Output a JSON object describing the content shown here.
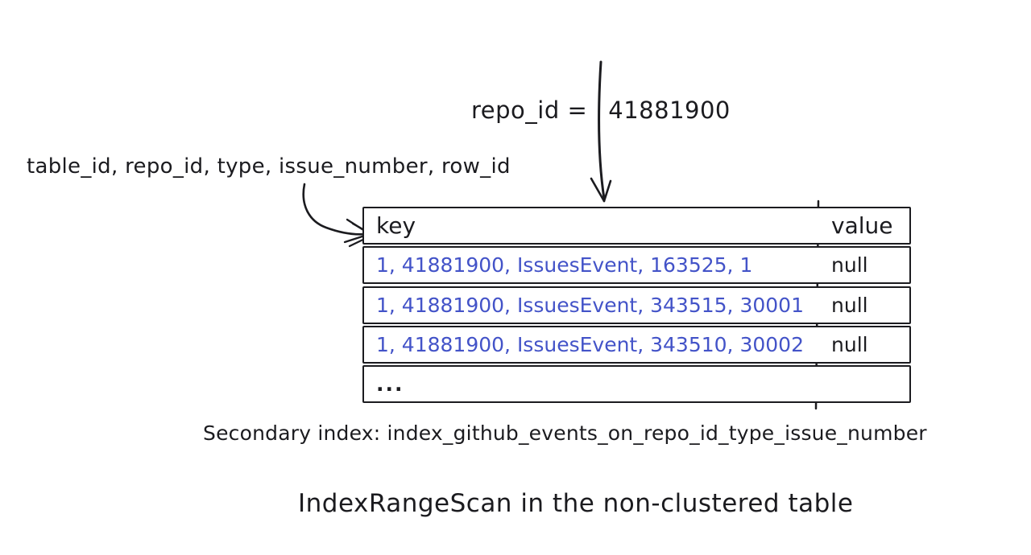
{
  "colors": {
    "ink": "#1b1b1f",
    "key_text_blue": "#4353c8",
    "background": "#ffffff"
  },
  "annotations": {
    "filter_label": "repo_id =",
    "filter_value": "41881900",
    "index_columns": "table_id, repo_id, type, issue_number, row_id"
  },
  "table": {
    "headers": {
      "key": "key",
      "value": "value"
    },
    "rows": [
      {
        "key": "1, 41881900, IssuesEvent, 163525, 1",
        "value": "null"
      },
      {
        "key": "1, 41881900, IssuesEvent, 343515, 30001",
        "value": "null"
      },
      {
        "key": "1, 41881900, IssuesEvent, 343510, 30002",
        "value": "null"
      },
      {
        "key": "...",
        "value": ""
      }
    ]
  },
  "caption": "Secondary index: index_github_events_on_repo_id_type_issue_number",
  "title": "IndexRangeScan in the non-clustered table"
}
